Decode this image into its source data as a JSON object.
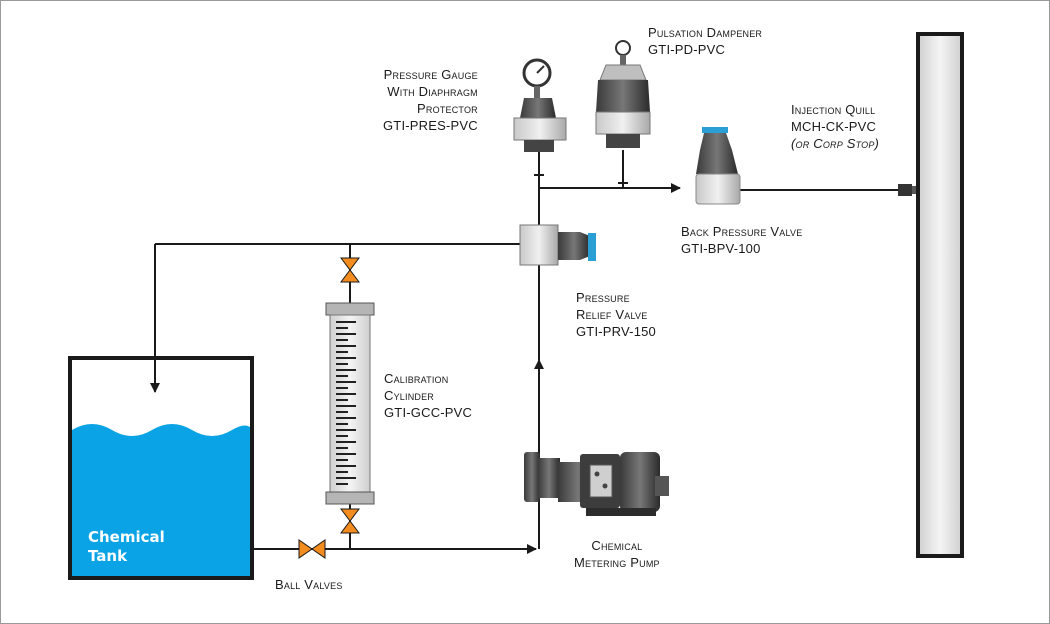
{
  "labels": {
    "pressure_gauge": [
      "Pressure Gauge",
      "With Diaphragm",
      "Protector",
      "GTI-PRES-PVC"
    ],
    "pulsation_dampener": [
      "Pulsation Dampener",
      "GTI-PD-PVC"
    ],
    "injection_quill": [
      "Injection Quill",
      "MCH-CK-PVC",
      "(or Corp Stop)"
    ],
    "back_pressure_valve": [
      "Back Pressure Valve",
      "GTI-BPV-100"
    ],
    "pressure_relief_valve": [
      "Pressure",
      "Relief Valve",
      "GTI-PRV-150"
    ],
    "calibration_cylinder": [
      "Calibration",
      "Cylinder",
      "GTI-GCC-PVC"
    ],
    "chemical_tank": [
      "Chemical",
      "Tank"
    ],
    "ball_valves": "Ball Valves",
    "metering_pump": [
      "Chemical",
      "Metering Pump"
    ]
  },
  "colors": {
    "water": "#0aa3e6",
    "valve": "#f28c1e",
    "accent_blue": "#2a9fd6",
    "line": "#1a1a1a"
  },
  "icons": {
    "tank": "tank-icon",
    "pump": "pump-icon",
    "gauge": "gauge-icon",
    "dampener": "dampener-icon",
    "valve": "ball-valve-icon",
    "quill": "injection-quill-icon"
  }
}
